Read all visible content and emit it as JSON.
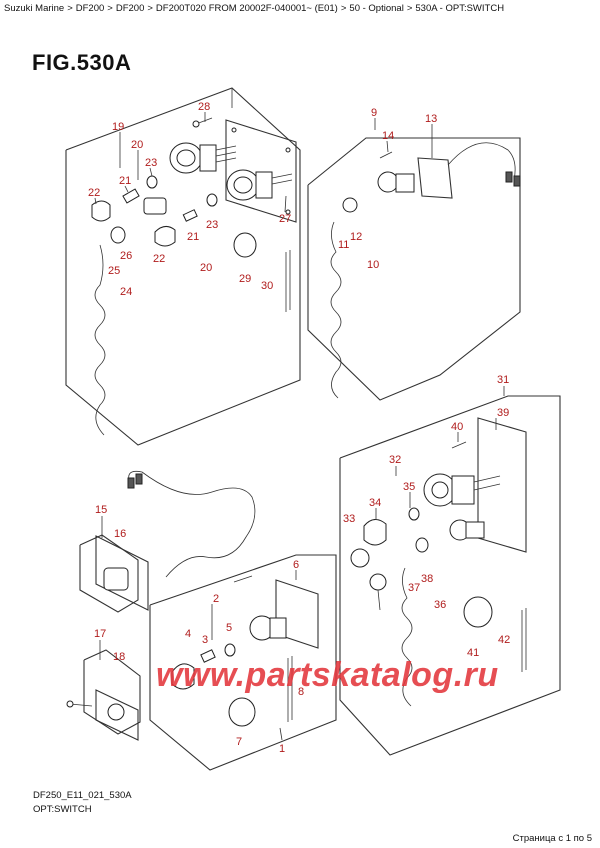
{
  "breadcrumb": {
    "items": [
      "Suzuki Marine",
      "DF200",
      "DF200",
      "DF200T020 FROM 20002F-040001~ (E01)",
      "50 - Optional",
      "530A - OPT:SWITCH"
    ],
    "separator": ">"
  },
  "figure": {
    "title": "FIG.530A",
    "code": "DF250_E11_021_530A",
    "label": "OPT:SWITCH"
  },
  "callouts": [
    "1",
    "2",
    "3",
    "4",
    "5",
    "6",
    "7",
    "8",
    "9",
    "10",
    "11",
    "12",
    "13",
    "14",
    "15",
    "16",
    "17",
    "18",
    "19",
    "20",
    "21",
    "22",
    "23",
    "24",
    "25",
    "26",
    "27",
    "28",
    "29",
    "30",
    "31",
    "32",
    "33",
    "34",
    "35",
    "36",
    "37",
    "38",
    "39",
    "40",
    "41",
    "42"
  ],
  "extra_callouts": {
    "n20b": "20",
    "n21b": "21",
    "n22b": "22",
    "n23b": "23"
  },
  "watermark": "www.partskatalog.ru",
  "pager": "Страница с 1 по 5",
  "colors": {
    "callout": "#b01c1c",
    "watermark": "#e3363c"
  }
}
